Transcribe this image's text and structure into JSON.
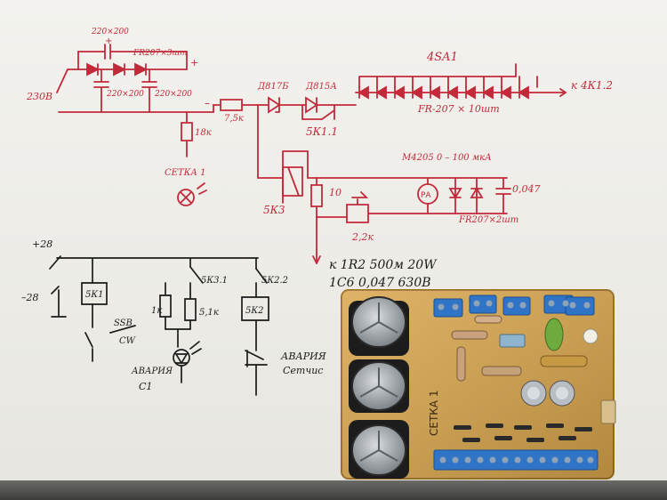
{
  "colors": {
    "red_ink": "#c22a3a",
    "black_ink": "#1b1b1b",
    "paper": "#f0efea",
    "pcb": "#d9a64c",
    "terminal": "#2f74c7"
  },
  "red_schematic": {
    "cap_top": "220×200",
    "diodes_top": "FR207×3шт",
    "cap_left": "220×200",
    "cap_right": "220×200",
    "input_voltage": "230В",
    "resistor_18k": "18к",
    "resistor_7_5k": "7,5к",
    "zener_1": "Д817Б",
    "zener_2": "Д815А",
    "diode_chain_label": "FR-207 × 10шт",
    "switch_label": "4SA1",
    "relay_contact": "5К1.1",
    "output_label": "к 4К1.2",
    "lamp_label": "СЕТКА 1",
    "relay_5k3": "5К3",
    "resistor_10": "10",
    "meter_label": "М4205 0 – 100 мкА",
    "meter_symbol": "РА",
    "cap_0047": "0,047",
    "diodes_pair": "FR207×2шт",
    "trimmer": "2,2к",
    "note_1r2": "к 1R2 500м 20W",
    "note_1c6": "1С6 0,047 630В"
  },
  "black_schematic": {
    "supply_plus": "+28",
    "supply_minus": "–28",
    "relay_5k1": "5К1",
    "contact_5k3_1": "5К3.1",
    "contact_5k2_2": "5К2.2",
    "resistor_1k": "1к",
    "resistor_5_1k": "5,1к",
    "relay_5k2": "5К2",
    "ssb_label": "SSB",
    "cw_label": "CW",
    "alarm_led_line1": "АВАРИЯ",
    "alarm_led_line2": "С1",
    "alarm_btn_line1": "АВАРИЯ",
    "alarm_btn_line2": "Сетчис"
  },
  "pcb": {
    "silkscreen": "СЕТКА 1"
  }
}
